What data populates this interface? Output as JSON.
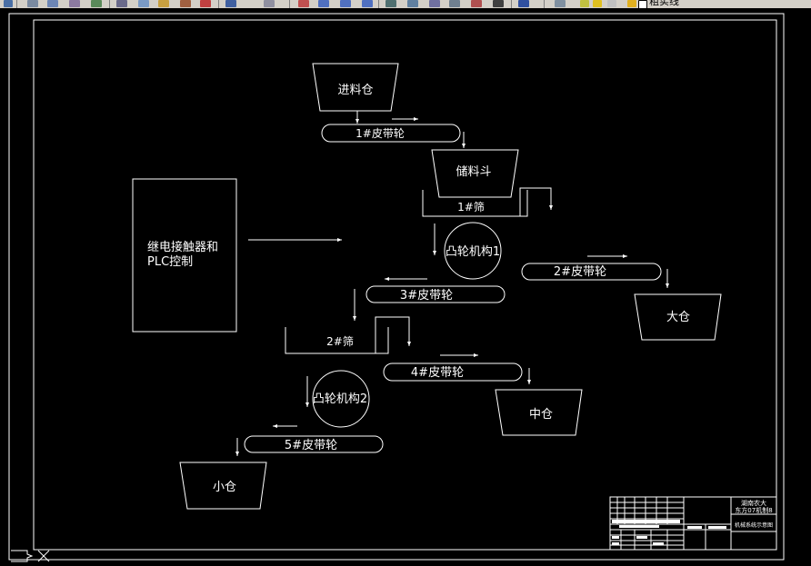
{
  "toolbar": {
    "layer_label": "粗实线"
  },
  "drawing": {
    "relay_box": {
      "line1": "继电接触器和",
      "line2": "PLC控制"
    },
    "feed_bin": "进料仓",
    "belt1": "1#皮带轮",
    "storage_hopper": "储料斗",
    "screen1": "1#筛",
    "cam1": "凸轮机构1",
    "belt2": "2#皮带轮",
    "large_bin": "大仓",
    "belt3": "3#皮带轮",
    "screen2": "2#筛",
    "belt4": "4#皮带轮",
    "medium_bin": "中仓",
    "cam2": "凸轮机构2",
    "belt5": "5#皮带轮",
    "small_bin": "小仓"
  },
  "title_block": {
    "school_line1": "湖南农大",
    "school_line2": "东方07机制8",
    "drawing_name": "机械系统示意图"
  },
  "colors": {
    "background": "#000000",
    "lines": "#ffffff",
    "toolbar": "#d4d0c8"
  }
}
